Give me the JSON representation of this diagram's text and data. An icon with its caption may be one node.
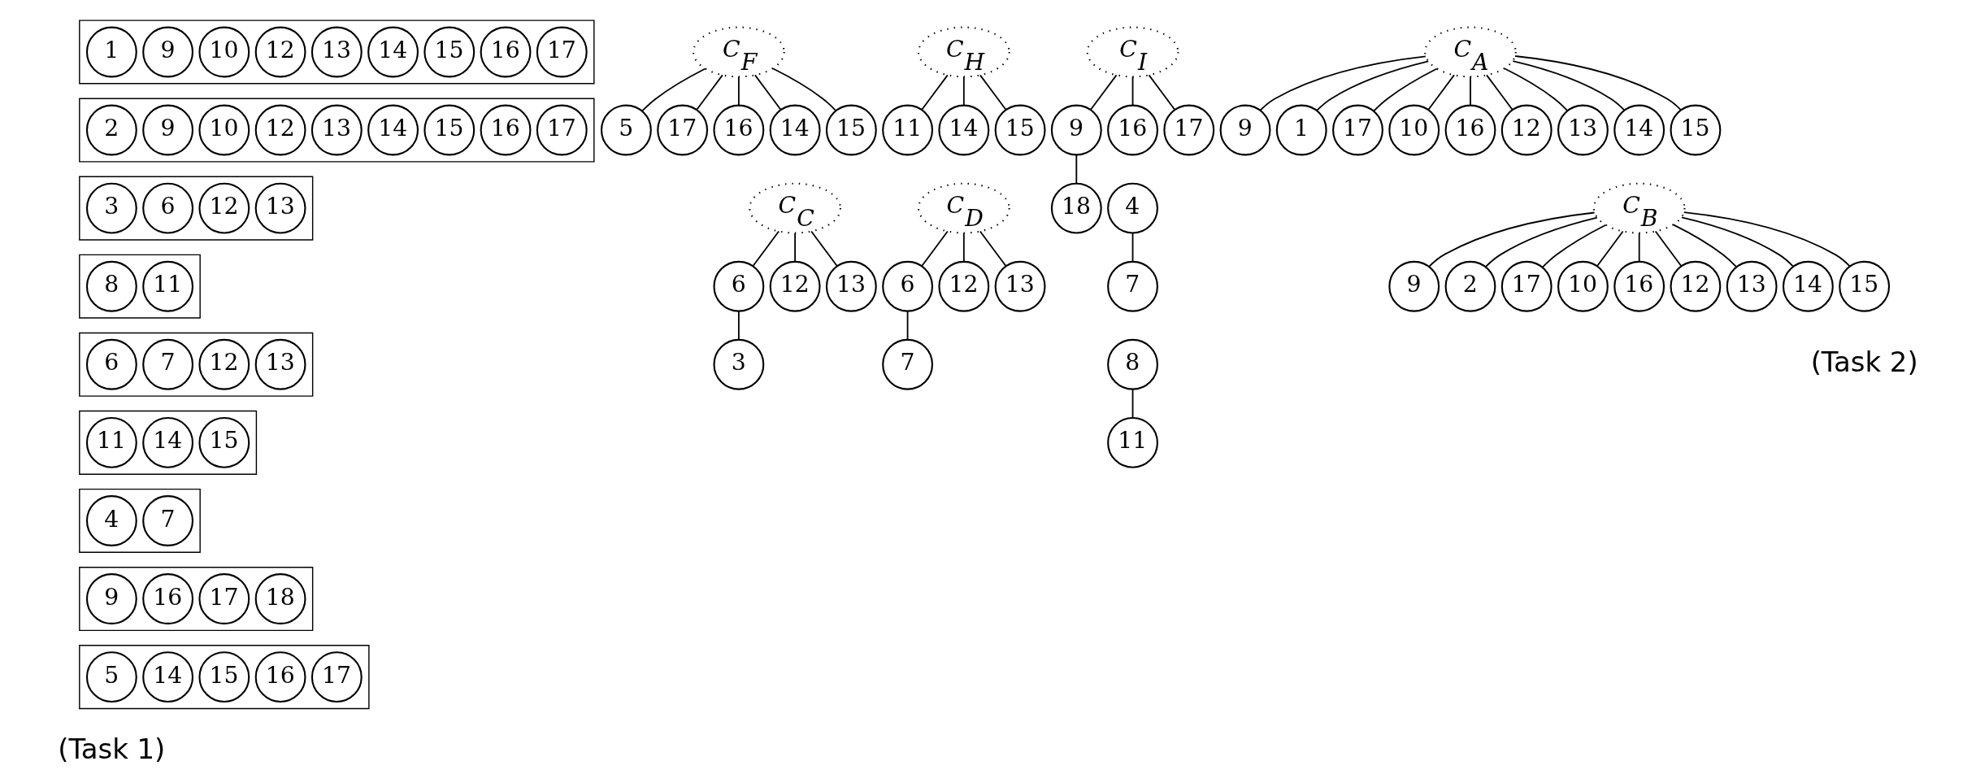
{
  "diagram": {
    "nodes": [
      {
        "text": [],
        "shape": "box"
      },
      {
        "text": [
          "1"
        ],
        "in": 0
      },
      {
        "text": [
          "9"
        ],
        "in": 0
      },
      {
        "text": [
          "10"
        ],
        "in": 0
      },
      {
        "text": [
          "12"
        ],
        "in": 0
      },
      {
        "text": [
          "13"
        ],
        "in": 0
      },
      {
        "text": [
          "14"
        ],
        "in": 0
      },
      {
        "text": [
          "15"
        ],
        "in": 0
      },
      {
        "text": [
          "16"
        ],
        "in": 0
      },
      {
        "text": [
          "17"
        ],
        "in": 0
      },
      {
        "text": [],
        "shape": "box"
      },
      {
        "text": [
          "2"
        ],
        "in": 10
      },
      {
        "text": [
          "9"
        ],
        "in": 10
      },
      {
        "text": [
          "10"
        ],
        "in": 10
      },
      {
        "text": [
          "12"
        ],
        "in": 10
      },
      {
        "text": [
          "13"
        ],
        "in": 10
      },
      {
        "text": [
          "14"
        ],
        "in": 10
      },
      {
        "text": [
          "15"
        ],
        "in": 10
      },
      {
        "text": [
          "16"
        ],
        "in": 10
      },
      {
        "text": [
          "17"
        ],
        "in": 10
      },
      {
        "text": [],
        "shape": "box"
      },
      {
        "text": [
          "3"
        ],
        "in": 20
      },
      {
        "text": [
          "6"
        ],
        "in": 20
      },
      {
        "text": [
          "12"
        ],
        "in": 20
      },
      {
        "text": [
          "13"
        ],
        "in": 20
      },
      {
        "text": [],
        "shape": "box"
      },
      {
        "text": [
          "8"
        ],
        "in": 25
      },
      {
        "text": [
          "11"
        ],
        "in": 25
      },
      {
        "text": [],
        "shape": "box"
      },
      {
        "text": [
          "6"
        ],
        "in": 28
      },
      {
        "text": [
          "7"
        ],
        "in": 28
      },
      {
        "text": [
          "12"
        ],
        "in": 28
      },
      {
        "text": [
          "13"
        ],
        "in": 28
      },
      {
        "text": [],
        "shape": "box"
      },
      {
        "text": [
          "11"
        ],
        "in": 33
      },
      {
        "text": [
          "14"
        ],
        "in": 33
      },
      {
        "text": [
          "15"
        ],
        "in": 33
      },
      {
        "text": [],
        "shape": "box"
      },
      {
        "text": [
          "4"
        ],
        "in": 37
      },
      {
        "text": [
          "7"
        ],
        "in": 37
      },
      {
        "text": [],
        "shape": "box"
      },
      {
        "text": [
          "9"
        ],
        "in": 40
      },
      {
        "text": [
          "16"
        ],
        "in": 40
      },
      {
        "text": [
          "17"
        ],
        "in": 40
      },
      {
        "text": [
          "18"
        ],
        "in": 40
      },
      {
        "text": [],
        "shape": "box"
      },
      {
        "text": [
          "5"
        ],
        "in": 45
      },
      {
        "text": [
          "14"
        ],
        "in": 45
      },
      {
        "text": [
          "15"
        ],
        "in": 45
      },
      {
        "text": [
          "16"
        ],
        "in": 45
      },
      {
        "text": [
          "17"
        ],
        "in": 45
      },
      {
        "text": [
          "5"
        ]
      },
      {
        "text": [
          "17"
        ]
      },
      {
        "text": [
          "C$_{F}$"
        ]
      },
      {
        "text": [
          "16"
        ]
      },
      {
        "text": [
          "14"
        ]
      },
      {
        "text": [
          "15"
        ]
      },
      {
        "text": [
          "11"
        ]
      },
      {
        "text": [
          "C$_{H}$"
        ]
      },
      {
        "text": [
          "14"
        ]
      },
      {
        "text": [
          "15"
        ]
      },
      {
        "text": [
          "9"
        ]
      },
      {
        "text": [
          "18"
        ]
      },
      {
        "text": [
          "C$_{I}$"
        ]
      },
      {
        "text": [
          "16"
        ]
      },
      {
        "text": [
          "17"
        ]
      },
      {
        "text": [
          "9"
        ]
      },
      {
        "text": [
          "1"
        ]
      },
      {
        "text": [
          "17"
        ]
      },
      {
        "text": [
          "10"
        ]
      },
      {
        "text": [
          "C$_{A}$"
        ]
      },
      {
        "text": [
          "16"
        ]
      },
      {
        "text": [
          "12"
        ]
      },
      {
        "text": [
          "13"
        ]
      },
      {
        "text": [
          "14"
        ]
      },
      {
        "text": [
          "15"
        ]
      },
      {
        "text": [
          "6"
        ]
      },
      {
        "text": [
          "3"
        ]
      },
      {
        "text": [
          "C$_{C}$"
        ]
      },
      {
        "text": [
          "12"
        ]
      },
      {
        "text": [
          "13"
        ]
      },
      {
        "text": [
          "6"
        ]
      },
      {
        "text": [
          "7"
        ]
      },
      {
        "text": [
          "C$_{D}$"
        ]
      },
      {
        "text": [
          "12"
        ]
      },
      {
        "text": [
          "13"
        ]
      },
      {
        "text": [
          "4"
        ]
      },
      {
        "text": [
          "7"
        ]
      },
      {
        "text": [
          "8"
        ]
      },
      {
        "text": [
          "11"
        ]
      },
      {
        "text": [
          "9"
        ]
      },
      {
        "text": [
          "2"
        ]
      },
      {
        "text": [
          "17"
        ]
      },
      {
        "text": [
          "10"
        ]
      },
      {
        "text": [
          "C$_{B}$"
        ]
      },
      {
        "text": [
          "16"
        ]
      },
      {
        "text": [
          "12"
        ]
      },
      {
        "text": [
          "13"
        ]
      },
      {
        "text": [
          "14"
        ]
      },
      {
        "text": [
          "15"
        ]
      }
    ],
    "edges": [
      {
        "from": 53,
        "to": 51,
        "arrow": "none"
      },
      {
        "from": 53,
        "to": 52,
        "arrow": "none"
      },
      {
        "from": 53,
        "to": 54,
        "arrow": "none"
      },
      {
        "from": 53,
        "to": 55,
        "arrow": "none"
      },
      {
        "from": 53,
        "to": 56,
        "arrow": "none"
      },
      {
        "from": 58,
        "to": 57,
        "arrow": "none"
      },
      {
        "from": 58,
        "to": 59,
        "arrow": "none"
      },
      {
        "from": 58,
        "to": 60,
        "arrow": "none"
      },
      {
        "from": 61,
        "to": 62,
        "arrow": "none"
      },
      {
        "from": 63,
        "to": 61,
        "arrow": "none"
      },
      {
        "from": 63,
        "to": 64,
        "arrow": "none"
      },
      {
        "from": 63,
        "to": 65,
        "arrow": "none"
      },
      {
        "from": 70,
        "to": 66,
        "arrow": "none"
      },
      {
        "from": 70,
        "to": 67,
        "arrow": "none"
      },
      {
        "from": 70,
        "to": 68,
        "arrow": "none"
      },
      {
        "from": 70,
        "to": 69,
        "arrow": "none"
      },
      {
        "from": 70,
        "to": 71,
        "arrow": "none"
      },
      {
        "from": 70,
        "to": 72,
        "arrow": "none"
      },
      {
        "from": 70,
        "to": 73,
        "arrow": "none"
      },
      {
        "from": 70,
        "to": 74,
        "arrow": "none"
      },
      {
        "from": 70,
        "to": 75,
        "arrow": "none"
      },
      {
        "from": 76,
        "to": 77,
        "arrow": "none"
      },
      {
        "from": 78,
        "to": 76,
        "arrow": "none"
      },
      {
        "from": 78,
        "to": 79,
        "arrow": "none"
      },
      {
        "from": 78,
        "to": 80,
        "arrow": "none"
      },
      {
        "from": 81,
        "to": 82,
        "arrow": "none"
      },
      {
        "from": 83,
        "to": 81,
        "arrow": "none"
      },
      {
        "from": 83,
        "to": 84,
        "arrow": "none"
      },
      {
        "from": 83,
        "to": 85,
        "arrow": "none"
      },
      {
        "from": 86,
        "to": 87,
        "arrow": "none"
      },
      {
        "from": 88,
        "to": 89,
        "arrow": "none"
      },
      {
        "from": 94,
        "to": 90,
        "arrow": "none"
      },
      {
        "from": 94,
        "to": 91,
        "arrow": "none"
      },
      {
        "from": 94,
        "to": 92,
        "arrow": "none"
      },
      {
        "from": 94,
        "to": 93,
        "arrow": "none"
      },
      {
        "from": 94,
        "to": 95,
        "arrow": "none"
      },
      {
        "from": 94,
        "to": 96,
        "arrow": "none"
      },
      {
        "from": 94,
        "to": 97,
        "arrow": "none"
      },
      {
        "from": 94,
        "to": 98,
        "arrow": "none"
      },
      {
        "from": 94,
        "to": 99,
        "arrow": "none"
      }
    ],
    "labels": [
      "(Task 1)",
      "(Task 2)"
    ]
  }
}
